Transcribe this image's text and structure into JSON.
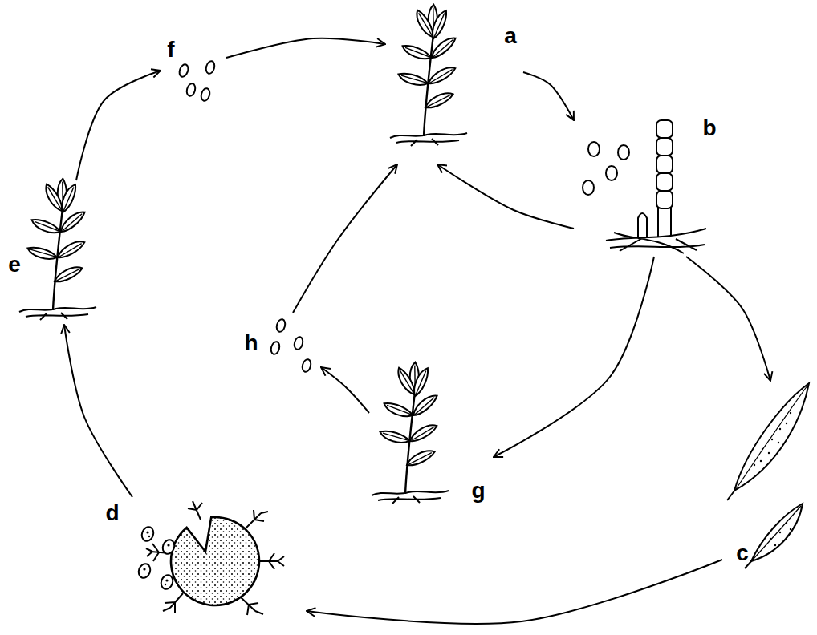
{
  "diagram": {
    "nodes": [
      {
        "text": [
          "a"
        ]
      },
      {
        "text": [
          "b"
        ]
      },
      {
        "text": [
          "c"
        ]
      },
      {
        "text": [
          "d"
        ]
      },
      {
        "text": [
          "e"
        ]
      },
      {
        "text": [
          "f"
        ]
      },
      {
        "text": [
          "g"
        ]
      },
      {
        "text": [
          "h"
        ]
      }
    ],
    "edges": [
      {
        "from": 0,
        "to": 1,
        "arrow": "to"
      },
      {
        "from": 1,
        "to": 0,
        "arrow": "to"
      },
      {
        "from": 1,
        "to": 2,
        "arrow": "to"
      },
      {
        "from": 1,
        "to": 6,
        "arrow": "to"
      },
      {
        "from": 2,
        "to": 3,
        "arrow": "to"
      },
      {
        "from": 3,
        "to": 4,
        "arrow": "to"
      },
      {
        "from": 4,
        "to": 5,
        "arrow": "to"
      },
      {
        "from": 5,
        "to": 0,
        "arrow": "to"
      },
      {
        "from": 6,
        "to": 7,
        "arrow": "to"
      },
      {
        "from": 7,
        "to": 0,
        "arrow": "to"
      }
    ]
  }
}
